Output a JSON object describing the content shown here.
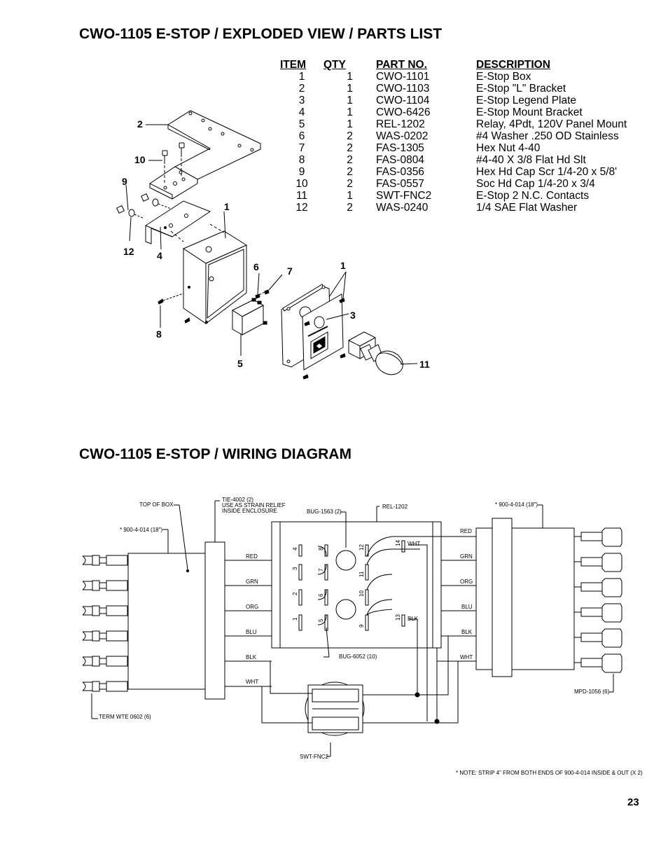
{
  "exploded": {
    "title": "CWO-1105 E-STOP / EXPLODED VIEW / PARTS LIST",
    "headers": {
      "item": "ITEM",
      "qty": "QTY",
      "part": "PART NO.",
      "desc": "DESCRIPTION"
    },
    "rows": [
      {
        "item": "1",
        "qty": "1",
        "part": "CWO-1101",
        "desc": "E-Stop Box"
      },
      {
        "item": "2",
        "qty": "1",
        "part": "CWO-1103",
        "desc": "E-Stop \"L\" Bracket"
      },
      {
        "item": "3",
        "qty": "1",
        "part": "CWO-1104",
        "desc": "E-Stop Legend Plate"
      },
      {
        "item": "4",
        "qty": "1",
        "part": "CWO-6426",
        "desc": "E-Stop Mount Bracket"
      },
      {
        "item": "5",
        "qty": "1",
        "part": "REL-1202",
        "desc": "Relay, 4Pdt, 120V Panel Mount"
      },
      {
        "item": "6",
        "qty": "2",
        "part": "WAS-0202",
        "desc": "#4 Washer .250 OD Stainless"
      },
      {
        "item": "7",
        "qty": "2",
        "part": "FAS-1305",
        "desc": "Hex Nut 4-40"
      },
      {
        "item": "8",
        "qty": "2",
        "part": "FAS-0804",
        "desc": "#4-40 X 3/8 Flat Hd Slt"
      },
      {
        "item": "9",
        "qty": "2",
        "part": "FAS-0356",
        "desc": "Hex Hd Cap Scr 1/4-20 x 5/8'"
      },
      {
        "item": "10",
        "qty": "2",
        "part": "FAS-0557",
        "desc": "Soc Hd Cap 1/4-20 x 3/4"
      },
      {
        "item": "11",
        "qty": "1",
        "part": "SWT-FNC2",
        "desc": "E-Stop 2 N.C. Contacts"
      },
      {
        "item": "12",
        "qty": "2",
        "part": "WAS-0240",
        "desc": "1/4 SAE Flat Washer"
      }
    ],
    "callouts": {
      "c2": "2",
      "c10": "10",
      "c9": "9",
      "c12": "12",
      "c4": "4",
      "c1a": "1",
      "c6": "6",
      "c7": "7",
      "c1b": "1",
      "c3": "3",
      "c8": "8",
      "c5": "5",
      "c11": "11"
    }
  },
  "wiring": {
    "title": "CWO-1105 E-STOP / WIRING DIAGRAM",
    "labels": {
      "top_of_box": "TOP OF BOX",
      "tie_1": "TIE-4002 (2)",
      "tie_2": "USE AS STRAIN RELIEF",
      "tie_3": "INSIDE ENCLOSURE",
      "bug1563": "BUG-1563 (2)",
      "rel1202": "REL-1202",
      "cable_left": "* 900-4-014 (18\")",
      "cable_right": "* 900-4-014 (18\")",
      "bug6052": "BUG-6052 (10)",
      "term": "TERM WTE 0602 (6)",
      "swt": "SWT-FNC2",
      "mpd": "MPD-1056 (6)",
      "note": "* NOTE:  STRIP 4\" FROM BOTH ENDS OF 900-4-014 INSIDE & OUT (X 2)"
    },
    "left_wires": [
      "RED",
      "GRN",
      "ORG",
      "BLU",
      "BLK",
      "WHT"
    ],
    "right_wires": [
      "RED",
      "GRN",
      "ORG",
      "BLU",
      "BLK",
      "WHT"
    ],
    "relay_wires": {
      "top": "WHT",
      "bottom": "BLK"
    },
    "pins": [
      "4",
      "8",
      "12",
      "14",
      "3",
      "7",
      "11",
      "2",
      "6",
      "10",
      "1",
      "5",
      "9",
      "13"
    ]
  },
  "page_number": "23"
}
